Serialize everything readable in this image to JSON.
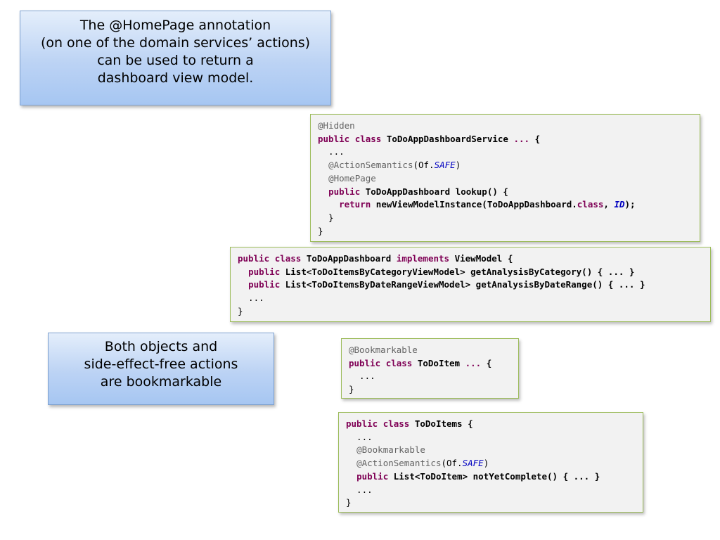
{
  "callouts": {
    "homepage": {
      "lines": [
        "The @HomePage annotation",
        "(on one of the domain services’ actions)",
        "can be used to return a",
        "dashboard view model."
      ]
    },
    "bookmarkable": {
      "lines": [
        "Both objects and",
        "side-effect-free actions",
        "are bookmarkable"
      ]
    }
  },
  "code": {
    "dashboard_service": {
      "l1": "@Hidden",
      "l2": {
        "kw1": "public",
        "kw2": "class",
        "name": " ToDoAppDashboardService ",
        "dots": "...",
        "brace": " {"
      },
      "l3": "  ...",
      "l4": {
        "ann": "@ActionSemantics",
        "open": "(Of.",
        "val": "SAFE",
        "close": ")"
      },
      "l5": "@HomePage",
      "l6": {
        "kw": "public",
        "rest": " ToDoAppDashboard lookup() {"
      },
      "l7": {
        "kw": "return",
        "call": " newViewModelInstance(ToDoAppDashboard.",
        "kw2": "class",
        "comma": ", ",
        "val": "ID",
        "close": ");"
      },
      "l8": "  }",
      "l9": "}"
    },
    "dashboard_viewmodel": {
      "l1": {
        "kw1": "public",
        "kw2": "class",
        "name": " ToDoAppDashboard ",
        "kw3": "implements",
        "rest": " ViewModel {"
      },
      "l2": {
        "kw": "public",
        "rest": " List<ToDoItemsByCategoryViewModel> getAnalysisByCategory() { ... }"
      },
      "l3": {
        "kw": "public",
        "rest": " List<ToDoItemsByDateRangeViewModel> getAnalysisByDateRange() { ... }"
      },
      "l4": "  ...",
      "l5": "}"
    },
    "todoitem": {
      "l1": "@Bookmarkable",
      "l2": {
        "kw1": "public",
        "kw2": "class",
        "name": " ToDoItem ",
        "dots": "...",
        "brace": " {"
      },
      "l3": "  ...",
      "l4": "}"
    },
    "todoitems": {
      "l1": {
        "kw1": "public",
        "kw2": "class",
        "rest": " ToDoItems {"
      },
      "l2": "  ...",
      "l3": "@Bookmarkable",
      "l4": {
        "ann": "@ActionSemantics",
        "open": "(Of.",
        "val": "SAFE",
        "close": ")"
      },
      "l5": {
        "kw": "public",
        "rest": " List<ToDoItem> notYetComplete() { ... }"
      },
      "l6": "  ...",
      "l7": "}"
    }
  },
  "colors": {
    "keyword": "#7f0055",
    "annotation": "#646464",
    "constant": "#0000c0",
    "code_border": "#9bbb59",
    "callout_border": "#7ea1cf"
  }
}
